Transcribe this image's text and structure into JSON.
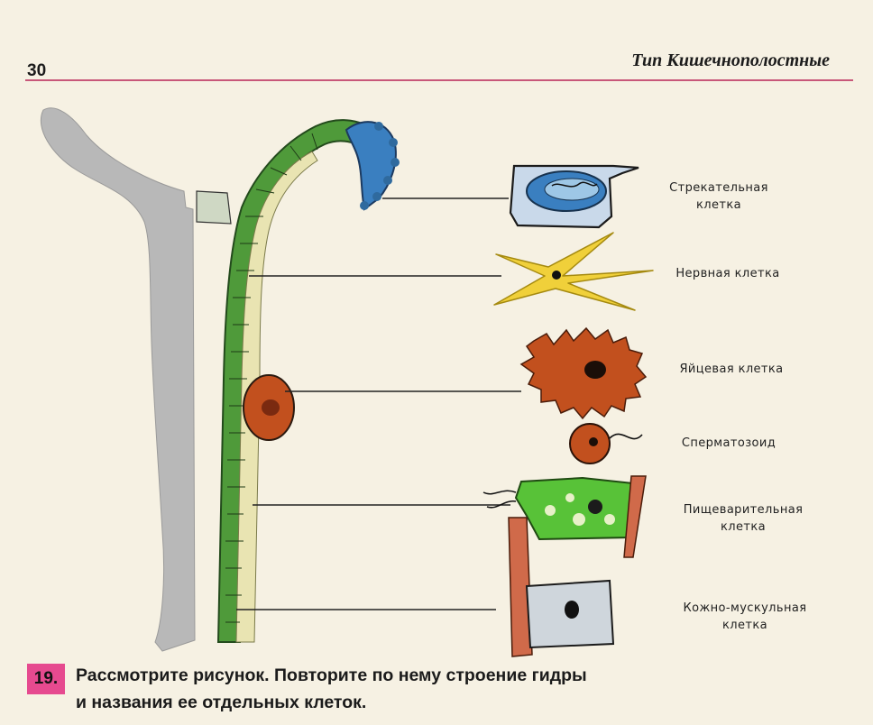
{
  "header": {
    "page_number": "30",
    "title": "Тип Кишечнополостные"
  },
  "labels": {
    "stinging": [
      "Стрекательная",
      "клетка"
    ],
    "nerve": [
      "Нервная клетка"
    ],
    "egg": [
      "Яйцевая клетка"
    ],
    "sperm": [
      "Сперматозоид"
    ],
    "digestive": [
      "Пищеварительная",
      "клетка"
    ],
    "epithelial_muscular": [
      "Кожно-мускульная",
      "клетка"
    ]
  },
  "caption": {
    "number": "19.",
    "line1": "Рассмотрите рисунок. Повторите по нему строение гидры",
    "line2": "и названия ее отдельных клеток."
  },
  "colors": {
    "accent_rule": "#c8587a",
    "badge": "#e64a8f",
    "ectoderm": "#4f9a3a",
    "stinging_cell": "#3a7fc0",
    "egg_cell": "#c2501e",
    "nerve_cell": "#f0d03a",
    "body_silhouette": "#b8b8b8"
  }
}
